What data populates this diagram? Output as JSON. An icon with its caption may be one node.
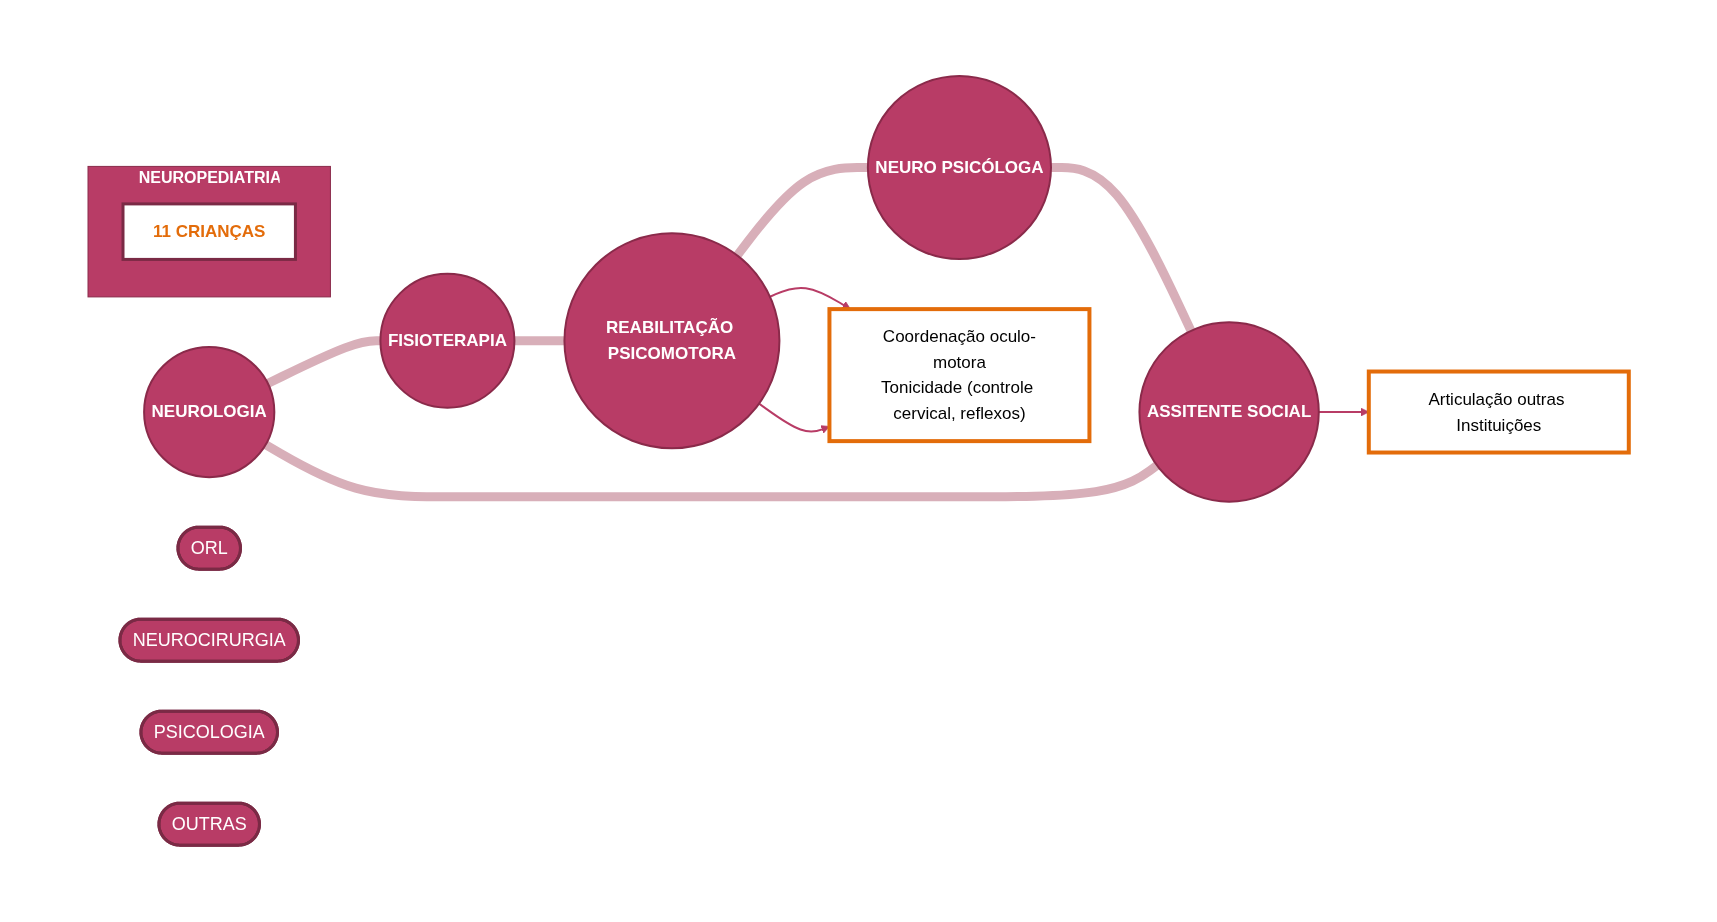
{
  "diagram": {
    "nodes": [
      {
        "text": [
          "NEUROLOGIA"
        ]
      },
      {
        "text": [
          "FISIOTERAPIA"
        ]
      },
      {
        "text": [
          "REABILITAÇÃO PSICOMOTORA"
        ]
      },
      {
        "text": [
          "NEURO PSICÓLOGA"
        ]
      },
      {
        "text": [
          "ASSITENTE SOCIAL"
        ]
      },
      {
        "text": [
          "NEUROPEDIATRIA"
        ]
      },
      {
        "text": [
          "11 CRIANÇAS"
        ],
        "in": 5
      },
      {
        "text": [
          "Articulação outras Instituições"
        ]
      },
      {
        "text": [
          "ORL"
        ]
      },
      {
        "text": [
          "NEUROCIRURGIA"
        ]
      },
      {
        "text": [
          "PSICOLOGIA"
        ]
      },
      {
        "text": [
          "OUTRAS"
        ]
      },
      {
        "text": [
          "Coordenação oculo-motora",
          "Tonicidade (controle cervical, reflexos)"
        ]
      }
    ],
    "edges": [
      {
        "from": 0,
        "to": 1,
        "arrow": "none"
      },
      {
        "from": 1,
        "to": 2,
        "arrow": "none"
      },
      {
        "from": 2,
        "to": 3,
        "arrow": "none"
      },
      {
        "from": 3,
        "to": 4,
        "arrow": "none"
      },
      {
        "from": 4,
        "to": 0,
        "arrow": "none"
      },
      {
        "from": 4,
        "to": 7,
        "arrow": "to",
        "color": "#b83c66"
      },
      {
        "from": 2,
        "to": 12,
        "arrow": "to",
        "color": "#b83c66"
      },
      {
        "from": 2,
        "to": 12,
        "arrow": "to",
        "color": "#b83c66"
      }
    ]
  }
}
